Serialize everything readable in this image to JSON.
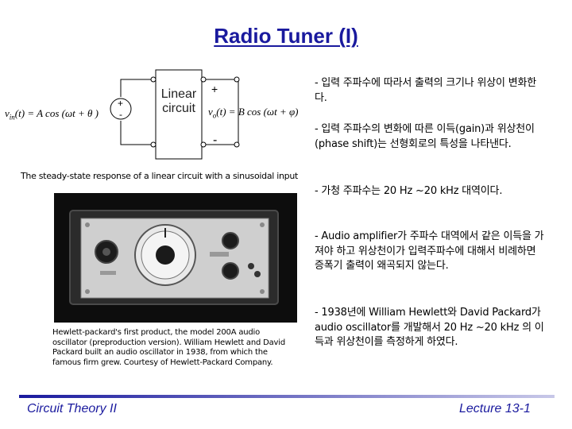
{
  "slide": {
    "title": "Radio Tuner (I)"
  },
  "circuit": {
    "box_label": "Linear\ncircuit",
    "input_plus": "+",
    "input_minus": "-",
    "output_plus": "+",
    "output_minus": "-",
    "vin_label_var": "v",
    "vin_label_sub": "in",
    "vin_label_rest": "(t) = A cos (ωt + θ )",
    "vo_label_var": "v",
    "vo_label_sub": "o",
    "vo_label_rest": "(t) = B cos (ωt + φ)"
  },
  "caption": "The steady-state response of a linear circuit with a sinusoidal input",
  "photo_caption": "Hewlett-packard's first product, the model 200A audio oscillator (preproduction version). William Hewlett and David Packard built an audio oscillator in 1938, from which the famous firm grew. Courtesy of Hewlett-Packard Company.",
  "bullets": [
    "- 입력 주파수에 따라서 출력의 크기나 위상이 변화한다.",
    "- 입력 주파수의 변화에 따른 이득(gain)과 위상천이(phase shift)는 선형회로의 특성을 나타낸다.",
    "- 가청 주파수는 20 Hz ~20 kHz 대역이다.",
    "- Audio amplifier가 주파수 대역에서 같은 이득을 가져야 하고 위상천이가 입력주파수에 대해서 비례하면 증폭기 출력이 왜곡되지 않는다.",
    "- 1938년에 William Hewlett와 David Packard가 audio oscillator를 개발해서 20 Hz ~20 kHz 의 이득과 위상천이를 측정하게 하였다."
  ],
  "footer": {
    "left": "Circuit Theory II",
    "right": "Lecture 13-1"
  },
  "colors": {
    "title": "#1a1a9e",
    "footer_line_dark": "#1a1a9e",
    "footer_line_light": "#c8c8e8"
  }
}
